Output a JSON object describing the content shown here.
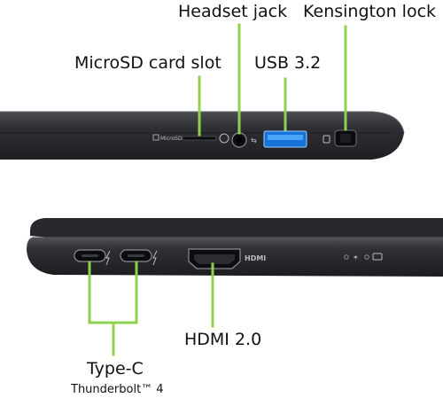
{
  "callouts": {
    "headset_jack": "Headset jack",
    "kensington_lock": "Kensington lock",
    "microsd_slot": "MicroSD card slot",
    "usb": "USB 3.2",
    "hdmi": "HDMI 2.0",
    "type_c": "Type-C",
    "type_c_sub": "Thunderbolt™ 4"
  },
  "port_imprints": {
    "microsd": "MicroSD",
    "hdmi": "HDMI"
  },
  "colors": {
    "leader_line": "#8fd14f",
    "chassis": "#2b2d31",
    "chassis_edge": "#3a3c41",
    "usb_blue": "#2f8fe6"
  }
}
